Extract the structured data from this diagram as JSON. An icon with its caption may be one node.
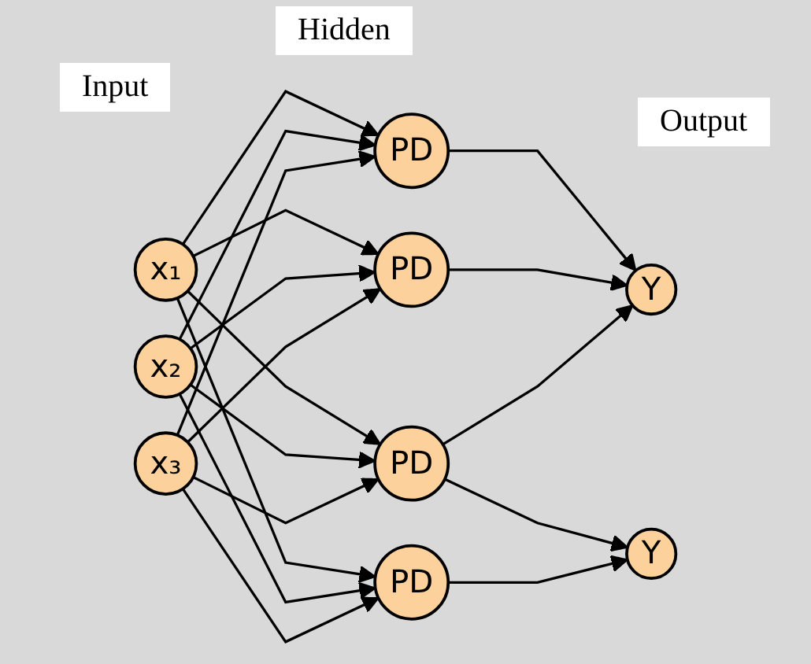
{
  "diagram": {
    "nodes": [
      {
        "text": [
          "x₁"
        ]
      },
      {
        "text": [
          "x₂"
        ]
      },
      {
        "text": [
          "x₃"
        ]
      },
      {
        "text": [
          "PD"
        ]
      },
      {
        "text": [
          "PD"
        ]
      },
      {
        "text": [
          "PD"
        ]
      },
      {
        "text": [
          "PD"
        ]
      },
      {
        "text": [
          "Y"
        ]
      },
      {
        "text": [
          "Y"
        ]
      }
    ],
    "edges": [
      {
        "from": 0,
        "to": 3,
        "arrow": "to"
      },
      {
        "from": 0,
        "to": 4,
        "arrow": "to"
      },
      {
        "from": 0,
        "to": 5,
        "arrow": "to"
      },
      {
        "from": 0,
        "to": 6,
        "arrow": "to"
      },
      {
        "from": 1,
        "to": 3,
        "arrow": "to"
      },
      {
        "from": 1,
        "to": 4,
        "arrow": "to"
      },
      {
        "from": 1,
        "to": 5,
        "arrow": "to"
      },
      {
        "from": 1,
        "to": 6,
        "arrow": "to"
      },
      {
        "from": 2,
        "to": 3,
        "arrow": "to"
      },
      {
        "from": 2,
        "to": 4,
        "arrow": "to"
      },
      {
        "from": 2,
        "to": 5,
        "arrow": "to"
      },
      {
        "from": 2,
        "to": 6,
        "arrow": "to"
      },
      {
        "from": 3,
        "to": 7,
        "arrow": "to"
      },
      {
        "from": 4,
        "to": 7,
        "arrow": "to"
      },
      {
        "from": 5,
        "to": 7,
        "arrow": "to"
      },
      {
        "from": 5,
        "to": 8,
        "arrow": "to"
      },
      {
        "from": 6,
        "to": 8,
        "arrow": "to"
      }
    ],
    "labels": [
      "Hidden",
      "Input",
      "Output"
    ]
  }
}
